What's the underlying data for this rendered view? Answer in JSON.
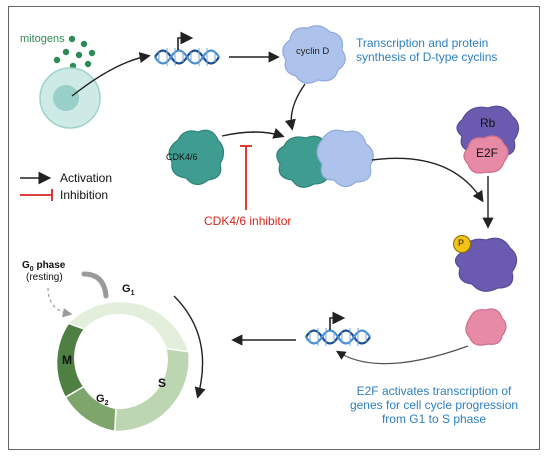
{
  "labels": {
    "mitogens": "mitogens",
    "cyclin_d": "cyclin D",
    "cyclin_note_line1": "Transcription and protein",
    "cyclin_note_line2": "synthesis of D-type cyclins",
    "cdk": "CDK4/6",
    "rb": "Rb",
    "e2f": "E2F",
    "phospho": "P",
    "inhibitor": "CDK4/6 inhibitor",
    "e2f_note_line1": "E2F activates transcription of",
    "e2f_note_line2": "genes for cell cycle progression",
    "e2f_note_line3": "from G1 to S phase"
  },
  "legend": {
    "activation": "Activation",
    "inhibition": "Inhibition"
  },
  "cycle": {
    "g0_prefix": "G",
    "g0_sub": "0",
    "g0_suffix": " phase",
    "resting": "(resting)",
    "g1_main": "G",
    "g1_sub": "1",
    "s": "S",
    "g2_main": "G",
    "g2_sub": "2",
    "m": "M"
  },
  "colors": {
    "teal": "#3d9e93",
    "cyclin": "#a9c0ea",
    "purple": "#6b5bb0",
    "pink": "#e58aa6",
    "blue_text": "#2d7fc1",
    "red": "#d7261e",
    "cell": "#bfe4e0"
  }
}
